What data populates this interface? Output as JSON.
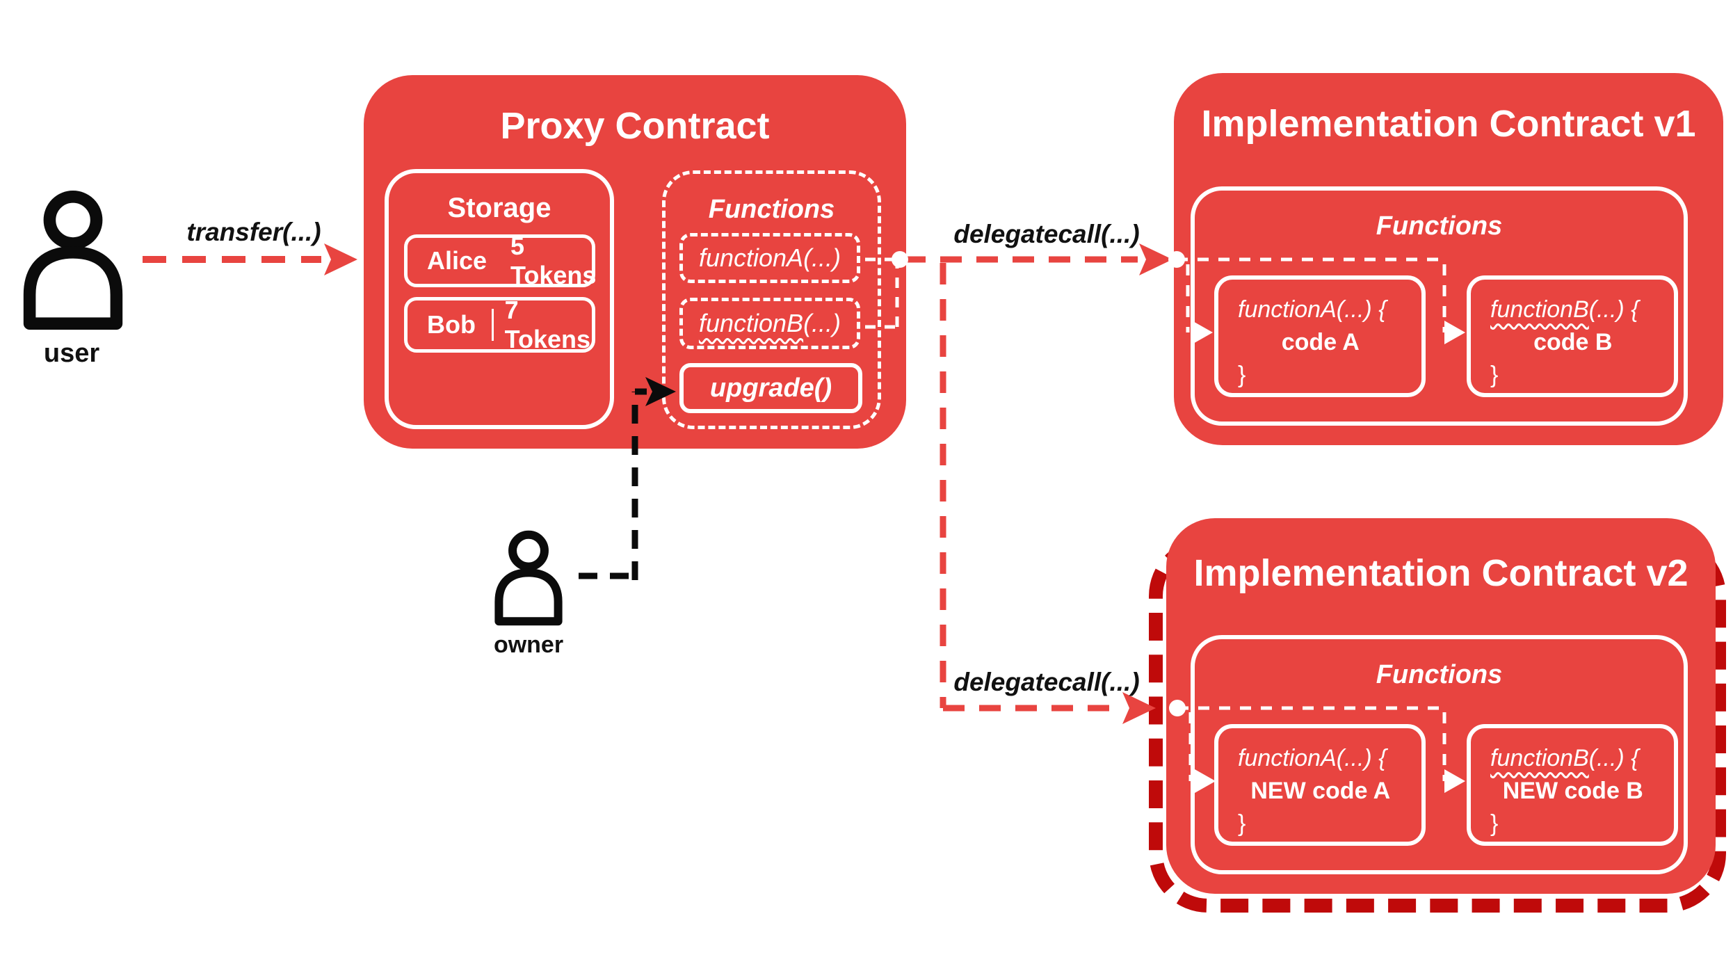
{
  "colors": {
    "contract_red": "#e84440",
    "highlight_dark_red": "#bf0a0a",
    "connector_white": "#ffffff",
    "text_black": "#111111"
  },
  "actors": {
    "user": {
      "label": "user"
    },
    "owner": {
      "label": "owner"
    }
  },
  "arrows": {
    "transfer": {
      "label": "transfer(...)"
    },
    "delegatecall_v1": {
      "label": "delegatecall(...)"
    },
    "delegatecall_v2": {
      "label": "delegatecall(...)"
    }
  },
  "proxy": {
    "title": "Proxy Contract",
    "storage": {
      "title": "Storage",
      "rows": [
        {
          "name": "Alice",
          "value": "5 Tokens"
        },
        {
          "name": "Bob",
          "value": "7 Tokens"
        }
      ]
    },
    "functions": {
      "title": "Functions",
      "items": [
        {
          "fn": "functionA",
          "args": "(...)"
        },
        {
          "fn": "functionB",
          "args": "(...)"
        }
      ],
      "upgrade_label": "upgrade()"
    }
  },
  "impl_v1": {
    "title": "Implementation Contract v1",
    "functions": {
      "title": "Functions",
      "items": [
        {
          "fn": "functionA",
          "rest": "(...) {",
          "body": "code A",
          "close": "}"
        },
        {
          "fn": "functionB",
          "rest": "(...) {",
          "body": "code B",
          "close": "}"
        }
      ]
    }
  },
  "impl_v2": {
    "title": "Implementation Contract v2",
    "functions": {
      "title": "Functions",
      "items": [
        {
          "fn": "functionA",
          "rest": "(...) {",
          "body": "NEW code A",
          "close": "}"
        },
        {
          "fn": "functionB",
          "rest": "(...) {",
          "body": "NEW code B",
          "close": "}"
        }
      ]
    }
  }
}
